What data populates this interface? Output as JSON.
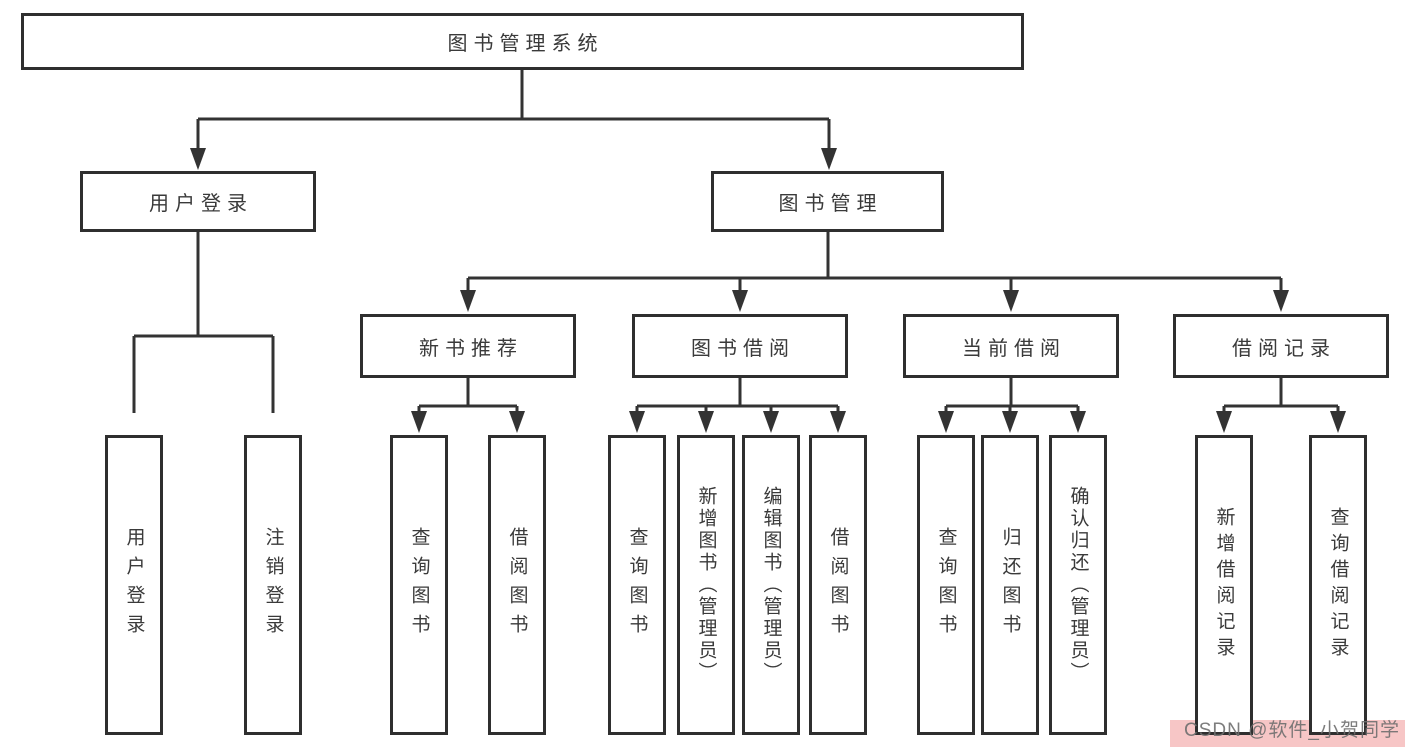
{
  "title": "图书管理系统",
  "colors": {
    "border": "#2f2f2f",
    "line": "#333333",
    "text": "#3a3a3a",
    "background": "#ffffff",
    "watermark_bg": "#f7c6c6",
    "watermark_text": "#6f6f6f"
  },
  "tree": {
    "root": {
      "label": "图书管理系统"
    },
    "branches": [
      {
        "label": "用户登录",
        "children": [
          "用户登录",
          "注销登录"
        ]
      },
      {
        "label": "图书管理",
        "sections": [
          {
            "label": "新书推荐",
            "children": [
              "查询图书",
              "借阅图书"
            ]
          },
          {
            "label": "图书借阅",
            "children": [
              "查询图书",
              "新增图书（管理员）",
              "编辑图书（管理员）",
              "借阅图书"
            ]
          },
          {
            "label": "当前借阅",
            "children": [
              "查询图书",
              "归还图书",
              "确认归还（管理员）"
            ]
          },
          {
            "label": "借阅记录",
            "children": [
              "新增借阅记录",
              "查询借阅记录"
            ]
          }
        ]
      }
    ]
  },
  "watermark": {
    "text": "CSDN @软件_小贺同学"
  }
}
